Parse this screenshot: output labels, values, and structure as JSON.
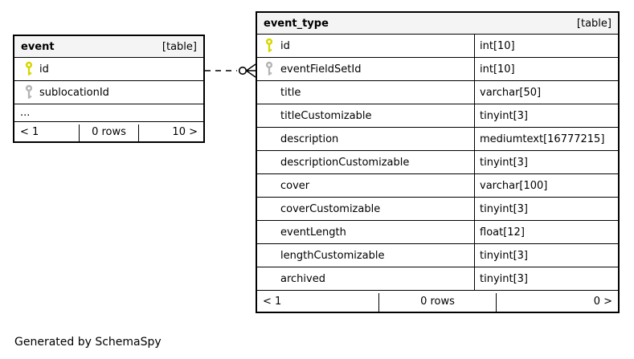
{
  "diagram": {
    "generated_by": "Generated by SchemaSpy"
  },
  "colors": {
    "background": "#ffffff",
    "header_bg": "#f4f4f4",
    "table_border": "#000000",
    "primary_key": "#d6d600",
    "foreign_key": "#b4b4b4"
  },
  "tables": {
    "event": {
      "title": "event",
      "badge": "[table]",
      "columns": [
        {
          "name": "id",
          "key": "primary"
        },
        {
          "name": "sublocationId",
          "key": "foreign"
        }
      ],
      "ellipsis": "...",
      "pager": {
        "prev": "< 1",
        "rows": "0 rows",
        "next": "10 >"
      }
    },
    "event_type": {
      "title": "event_type",
      "badge": "[table]",
      "columns": [
        {
          "name": "id",
          "type": "int[10]",
          "key": "primary"
        },
        {
          "name": "eventFieldSetId",
          "type": "int[10]",
          "key": "foreign"
        },
        {
          "name": "title",
          "type": "varchar[50]",
          "key": ""
        },
        {
          "name": "titleCustomizable",
          "type": "tinyint[3]",
          "key": ""
        },
        {
          "name": "description",
          "type": "mediumtext[16777215]",
          "key": ""
        },
        {
          "name": "descriptionCustomizable",
          "type": "tinyint[3]",
          "key": ""
        },
        {
          "name": "cover",
          "type": "varchar[100]",
          "key": ""
        },
        {
          "name": "coverCustomizable",
          "type": "tinyint[3]",
          "key": ""
        },
        {
          "name": "eventLength",
          "type": "float[12]",
          "key": ""
        },
        {
          "name": "lengthCustomizable",
          "type": "tinyint[3]",
          "key": ""
        },
        {
          "name": "archived",
          "type": "tinyint[3]",
          "key": ""
        }
      ],
      "pager": {
        "prev": "< 1",
        "rows": "0 rows",
        "next": "0 >"
      }
    }
  },
  "relationship": {
    "from_table": "event",
    "to_table": "event_type",
    "line_style": "dashed",
    "cardinality_glyph": "zero-or-many"
  }
}
